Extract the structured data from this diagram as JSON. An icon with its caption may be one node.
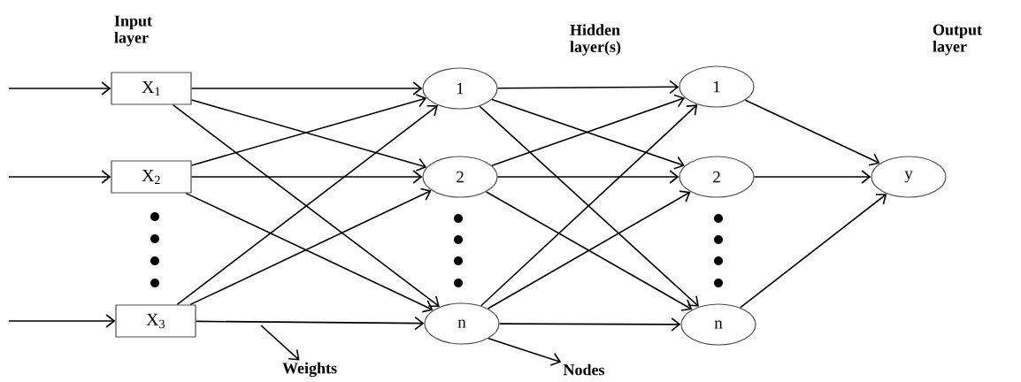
{
  "diagram": {
    "nodes": [
      {
        "text": [
          "X$_{1}$"
        ]
      },
      {
        "text": [
          "X$_{2}$"
        ]
      },
      {
        "text": [
          "X$_{3}$"
        ]
      },
      {
        "text": [
          "1"
        ]
      },
      {
        "text": [
          "2"
        ]
      },
      {
        "text": [
          "n"
        ]
      },
      {
        "text": [
          "1"
        ]
      },
      {
        "text": [
          "2"
        ]
      },
      {
        "text": [
          "n"
        ]
      },
      {
        "text": [
          "y"
        ]
      },
      {
        "text": [
          "Weights"
        ]
      },
      {
        "text": [
          "Nodes"
        ]
      }
    ],
    "edges": [
      {
        "from": null,
        "to": 0,
        "arrow": "to"
      },
      {
        "from": null,
        "to": 1,
        "arrow": "to"
      },
      {
        "from": null,
        "to": 2,
        "arrow": "to"
      },
      {
        "from": 0,
        "to": 3,
        "arrow": "to"
      },
      {
        "from": 0,
        "to": 4,
        "arrow": "to"
      },
      {
        "from": 0,
        "to": 5,
        "arrow": "to"
      },
      {
        "from": 1,
        "to": 3,
        "arrow": "to"
      },
      {
        "from": 1,
        "to": 4,
        "arrow": "to"
      },
      {
        "from": 1,
        "to": 5,
        "arrow": "to"
      },
      {
        "from": 2,
        "to": 3,
        "arrow": "to"
      },
      {
        "from": 2,
        "to": 4,
        "arrow": "to"
      },
      {
        "from": 2,
        "to": 5,
        "arrow": "to"
      },
      {
        "from": 3,
        "to": 6,
        "arrow": "to"
      },
      {
        "from": 3,
        "to": 7,
        "arrow": "to"
      },
      {
        "from": 3,
        "to": 8,
        "arrow": "to"
      },
      {
        "from": 4,
        "to": 6,
        "arrow": "to"
      },
      {
        "from": 4,
        "to": 7,
        "arrow": "to"
      },
      {
        "from": 4,
        "to": 8,
        "arrow": "to"
      },
      {
        "from": 5,
        "to": 6,
        "arrow": "to"
      },
      {
        "from": 5,
        "to": 7,
        "arrow": "to"
      },
      {
        "from": 5,
        "to": 8,
        "arrow": "to"
      },
      {
        "from": 6,
        "to": 9,
        "arrow": "to"
      },
      {
        "from": 7,
        "to": 9,
        "arrow": "to"
      },
      {
        "from": 8,
        "to": 9,
        "arrow": "to"
      },
      {
        "from": null,
        "to": 10,
        "arrow": "to"
      },
      {
        "from": 5,
        "to": 11,
        "arrow": "to"
      }
    ],
    "labels": [
      "Input layer",
      "Hidden layer(s)",
      "Output layer"
    ]
  }
}
